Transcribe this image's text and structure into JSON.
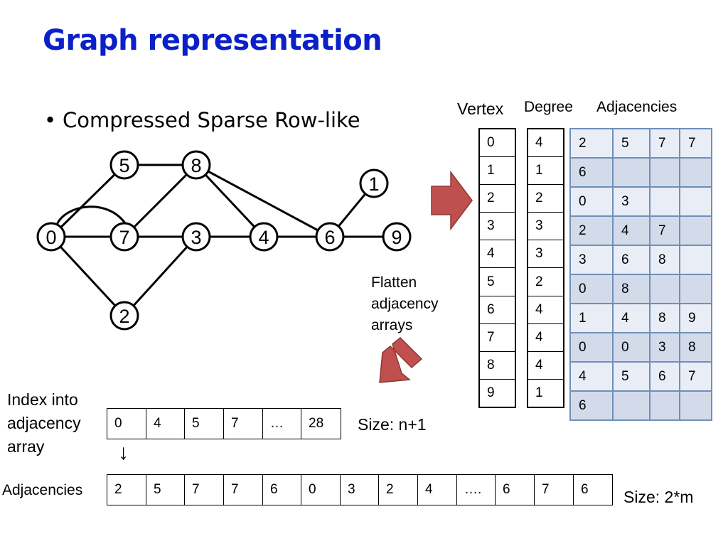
{
  "title": "Graph representation",
  "bullet": "Compressed Sparse Row-like",
  "graph": {
    "nodes": [
      "0",
      "7",
      "3",
      "4",
      "6",
      "9",
      "5",
      "8",
      "1",
      "2"
    ]
  },
  "table": {
    "vertex_header": "Vertex",
    "degree_header": "Degree",
    "adjacencies_header": "Adjacencies",
    "vertex": [
      "0",
      "1",
      "2",
      "3",
      "4",
      "5",
      "6",
      "7",
      "8",
      "9"
    ],
    "degree": [
      "4",
      "1",
      "2",
      "3",
      "3",
      "2",
      "4",
      "4",
      "4",
      "1"
    ],
    "adj": [
      [
        "2",
        "5",
        "7",
        "7"
      ],
      [
        "6",
        "",
        "",
        ""
      ],
      [
        "0",
        "3",
        "",
        ""
      ],
      [
        "2",
        "4",
        "7",
        ""
      ],
      [
        "3",
        "6",
        "8",
        ""
      ],
      [
        "0",
        "8",
        "",
        ""
      ],
      [
        "1",
        "4",
        "8",
        "9"
      ],
      [
        "0",
        "0",
        "3",
        "8"
      ],
      [
        "4",
        "5",
        "6",
        "7"
      ],
      [
        "6",
        "",
        "",
        ""
      ]
    ],
    "colors": {
      "grid_border": "#6f8fb8",
      "row_even": "#d3dbeb",
      "row_odd": "#e9edf6"
    }
  },
  "flatten_label": [
    "Flatten",
    "adjacency",
    "arrays"
  ],
  "index_label": [
    "Index into",
    "adjacency",
    "array"
  ],
  "index_row": [
    "0",
    "4",
    "5",
    "7",
    "…",
    "28"
  ],
  "index_size": "Size: n+1",
  "down_arrow": "↓",
  "adj_label": "Adjacencies",
  "adj_row": [
    "2",
    "5",
    "7",
    "7",
    "6",
    "0",
    "3",
    "2",
    "4",
    "….",
    "6",
    "7",
    "6"
  ],
  "adj_size": "Size: 2*m",
  "colors": {
    "title": "#0b20c9",
    "arrow_fill": "#c0504d",
    "arrow_stroke": "#8c3836"
  }
}
